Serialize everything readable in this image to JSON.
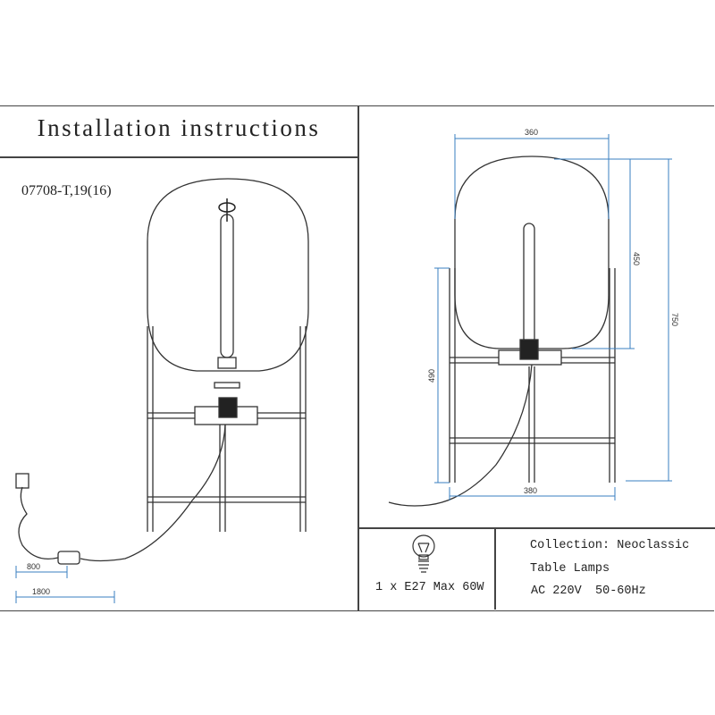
{
  "header": {
    "title": "Installation instructions"
  },
  "model_number": "07708-T,19(16)",
  "cord_dimensions": {
    "switch_length": "800",
    "total_length": "1800"
  },
  "dimensions": {
    "shade_width": "360",
    "shade_height": "450",
    "total_height": "750",
    "frame_height": "490",
    "base_width": "380"
  },
  "bulb": {
    "label": "1 x E27 Max 60W",
    "icon": "light-bulb-icon"
  },
  "specs": {
    "collection": "Collection: Neoclassic",
    "type": "Table Lamps",
    "voltage": "AC 220V",
    "frequency": "50-60Hz"
  },
  "colors": {
    "dimension_line": "#3a7fc0",
    "line": "#333333"
  }
}
